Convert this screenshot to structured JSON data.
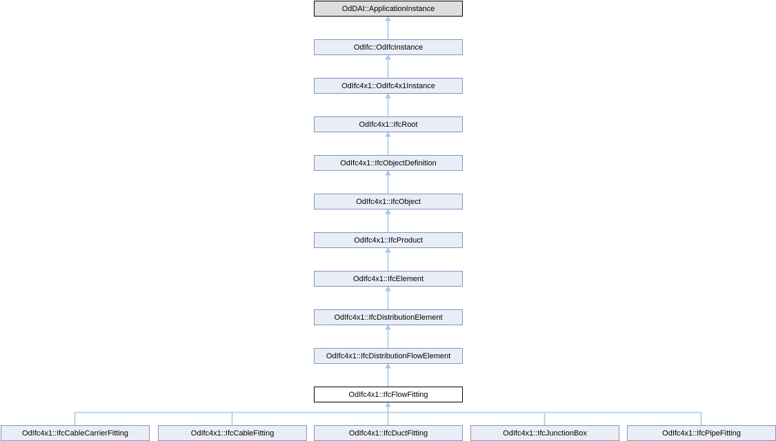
{
  "diagram": {
    "type": "class-inheritance-diagram",
    "chain": [
      {
        "label": "OdDAI::ApplicationInstance",
        "style": "root"
      },
      {
        "label": "OdIfc::OdIfcInstance",
        "style": "node"
      },
      {
        "label": "OdIfc4x1::OdIfc4x1Instance",
        "style": "node"
      },
      {
        "label": "OdIfc4x1::IfcRoot",
        "style": "node"
      },
      {
        "label": "OdIfc4x1::IfcObjectDefinition",
        "style": "node"
      },
      {
        "label": "OdIfc4x1::IfcObject",
        "style": "node"
      },
      {
        "label": "OdIfc4x1::IfcProduct",
        "style": "node"
      },
      {
        "label": "OdIfc4x1::IfcElement",
        "style": "node"
      },
      {
        "label": "OdIfc4x1::IfcDistributionElement",
        "style": "node"
      },
      {
        "label": "OdIfc4x1::IfcDistributionFlowElement",
        "style": "node"
      },
      {
        "label": "OdIfc4x1::IfcFlowFitting",
        "style": "current"
      }
    ],
    "children": [
      {
        "label": "OdIfc4x1::IfcCableCarrierFitting"
      },
      {
        "label": "OdIfc4x1::IfcCableFitting"
      },
      {
        "label": "OdIfc4x1::IfcDuctFitting"
      },
      {
        "label": "OdIfc4x1::IfcJunctionBox"
      },
      {
        "label": "OdIfc4x1::IfcPipeFitting"
      }
    ]
  },
  "colors": {
    "node_fill": "#e9edf6",
    "node_border": "#8193c0",
    "root_fill": "#dedede",
    "root_border": "#000000",
    "current_fill": "#ffffff",
    "current_border": "#000000",
    "edge": "#a6c8e8",
    "text": "#000000",
    "bg": "#ffffff"
  }
}
